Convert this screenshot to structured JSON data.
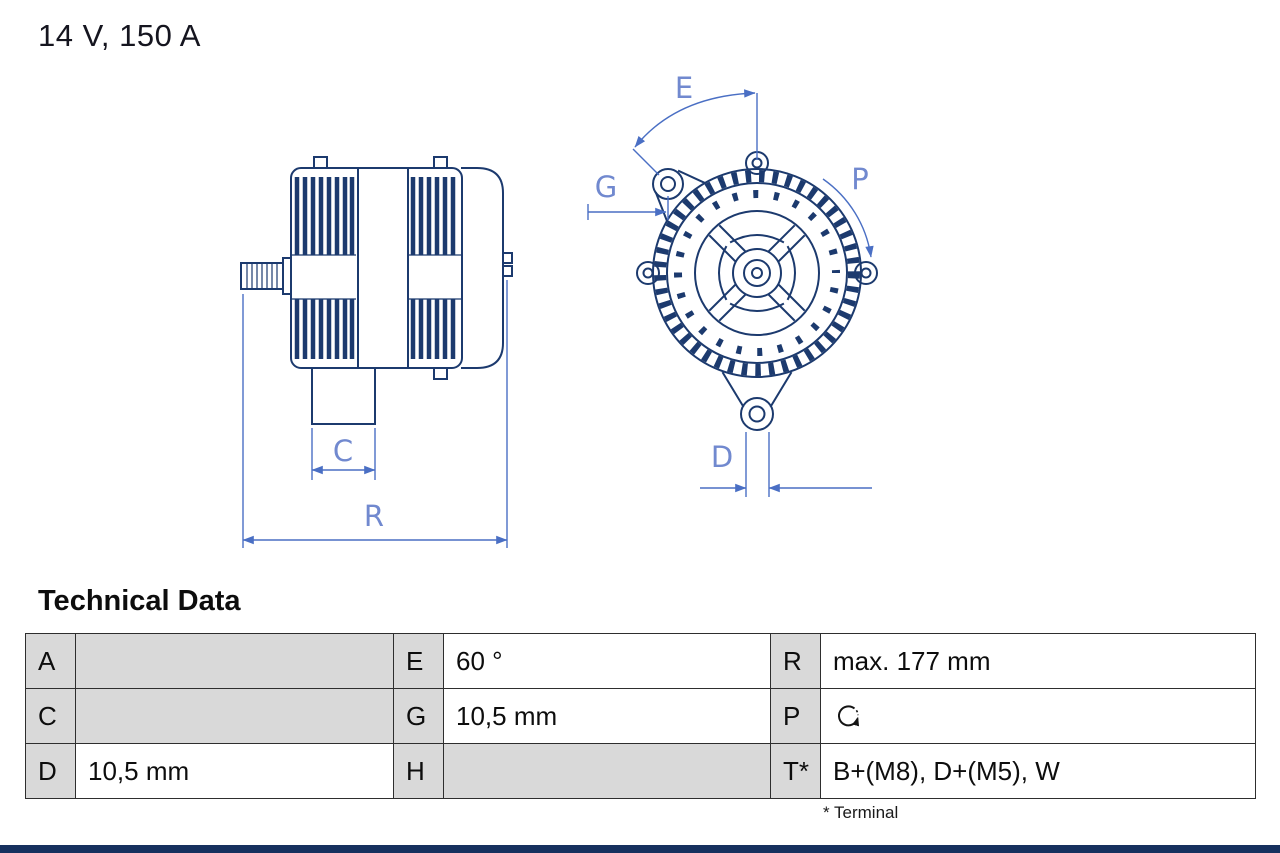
{
  "title": "14 V, 150 A",
  "drawing": {
    "dimension_labels": {
      "E": "E",
      "G": "G",
      "P": "P",
      "C": "C",
      "R": "R",
      "D": "D"
    }
  },
  "table": {
    "heading": "Technical Data",
    "footnote": "* Terminal",
    "rows": [
      {
        "c1": {
          "label": "A",
          "value": ""
        },
        "c2": {
          "label": "E",
          "value": "60 °"
        },
        "c3": {
          "label": "R",
          "value": "max. 177 mm"
        }
      },
      {
        "c1": {
          "label": "C",
          "value": ""
        },
        "c2": {
          "label": "G",
          "value": "10,5 mm"
        },
        "c3": {
          "label": "P",
          "value": "",
          "icon": "rotation-direction-icon"
        }
      },
      {
        "c1": {
          "label": "D",
          "value": "10,5 mm"
        },
        "c2": {
          "label": "H",
          "value": ""
        },
        "c3": {
          "label": "T*",
          "value": "B+(M8), D+(M5), W"
        }
      }
    ]
  },
  "colors": {
    "drawing": "#1c3a6e",
    "dimension": "#4a6fc4",
    "dimlabel": "#7189cf",
    "grey": "#d9d9d9",
    "border": "#2e2e2e",
    "footer": "#16305e",
    "text": "#111111"
  }
}
